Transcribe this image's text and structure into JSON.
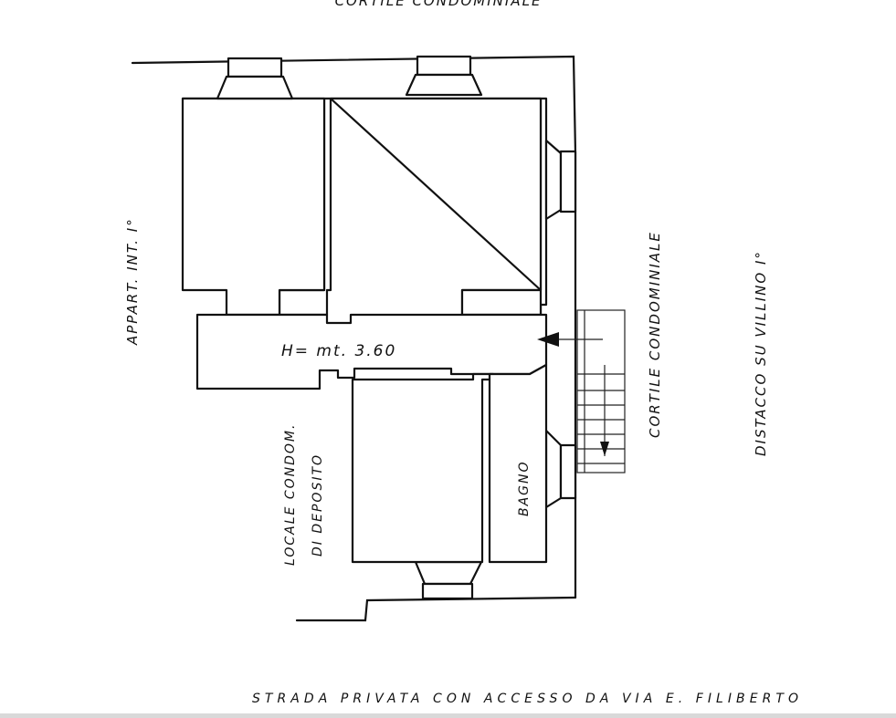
{
  "labels": {
    "top": "CORTILE CONDOMINIALE",
    "appart": "APPART. INT. I°",
    "height": "H= mt. 3.60",
    "locale_1": "LOCALE CONDOM.",
    "locale_2": "DI DEPOSITO",
    "bagno": "BAGNO",
    "cortile": "CORTILE CONDOMINIALE",
    "distacco": "DISTACCO SU VILLINO I°",
    "strada": "STRADA PRIVATA CON ACCESSO DA VIA E. FILIBERTO"
  }
}
